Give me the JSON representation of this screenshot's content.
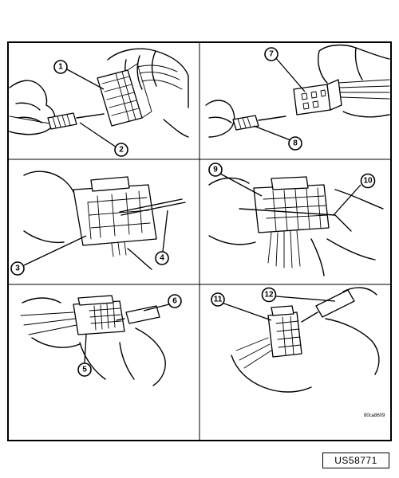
{
  "callouts": [
    "1",
    "2",
    "3",
    "4",
    "5",
    "6",
    "7",
    "8",
    "9",
    "10",
    "11",
    "12"
  ],
  "catalog_number": "80ca8609",
  "figure_id": "US58771",
  "colors": {
    "line": "#000000",
    "background": "#ffffff"
  }
}
